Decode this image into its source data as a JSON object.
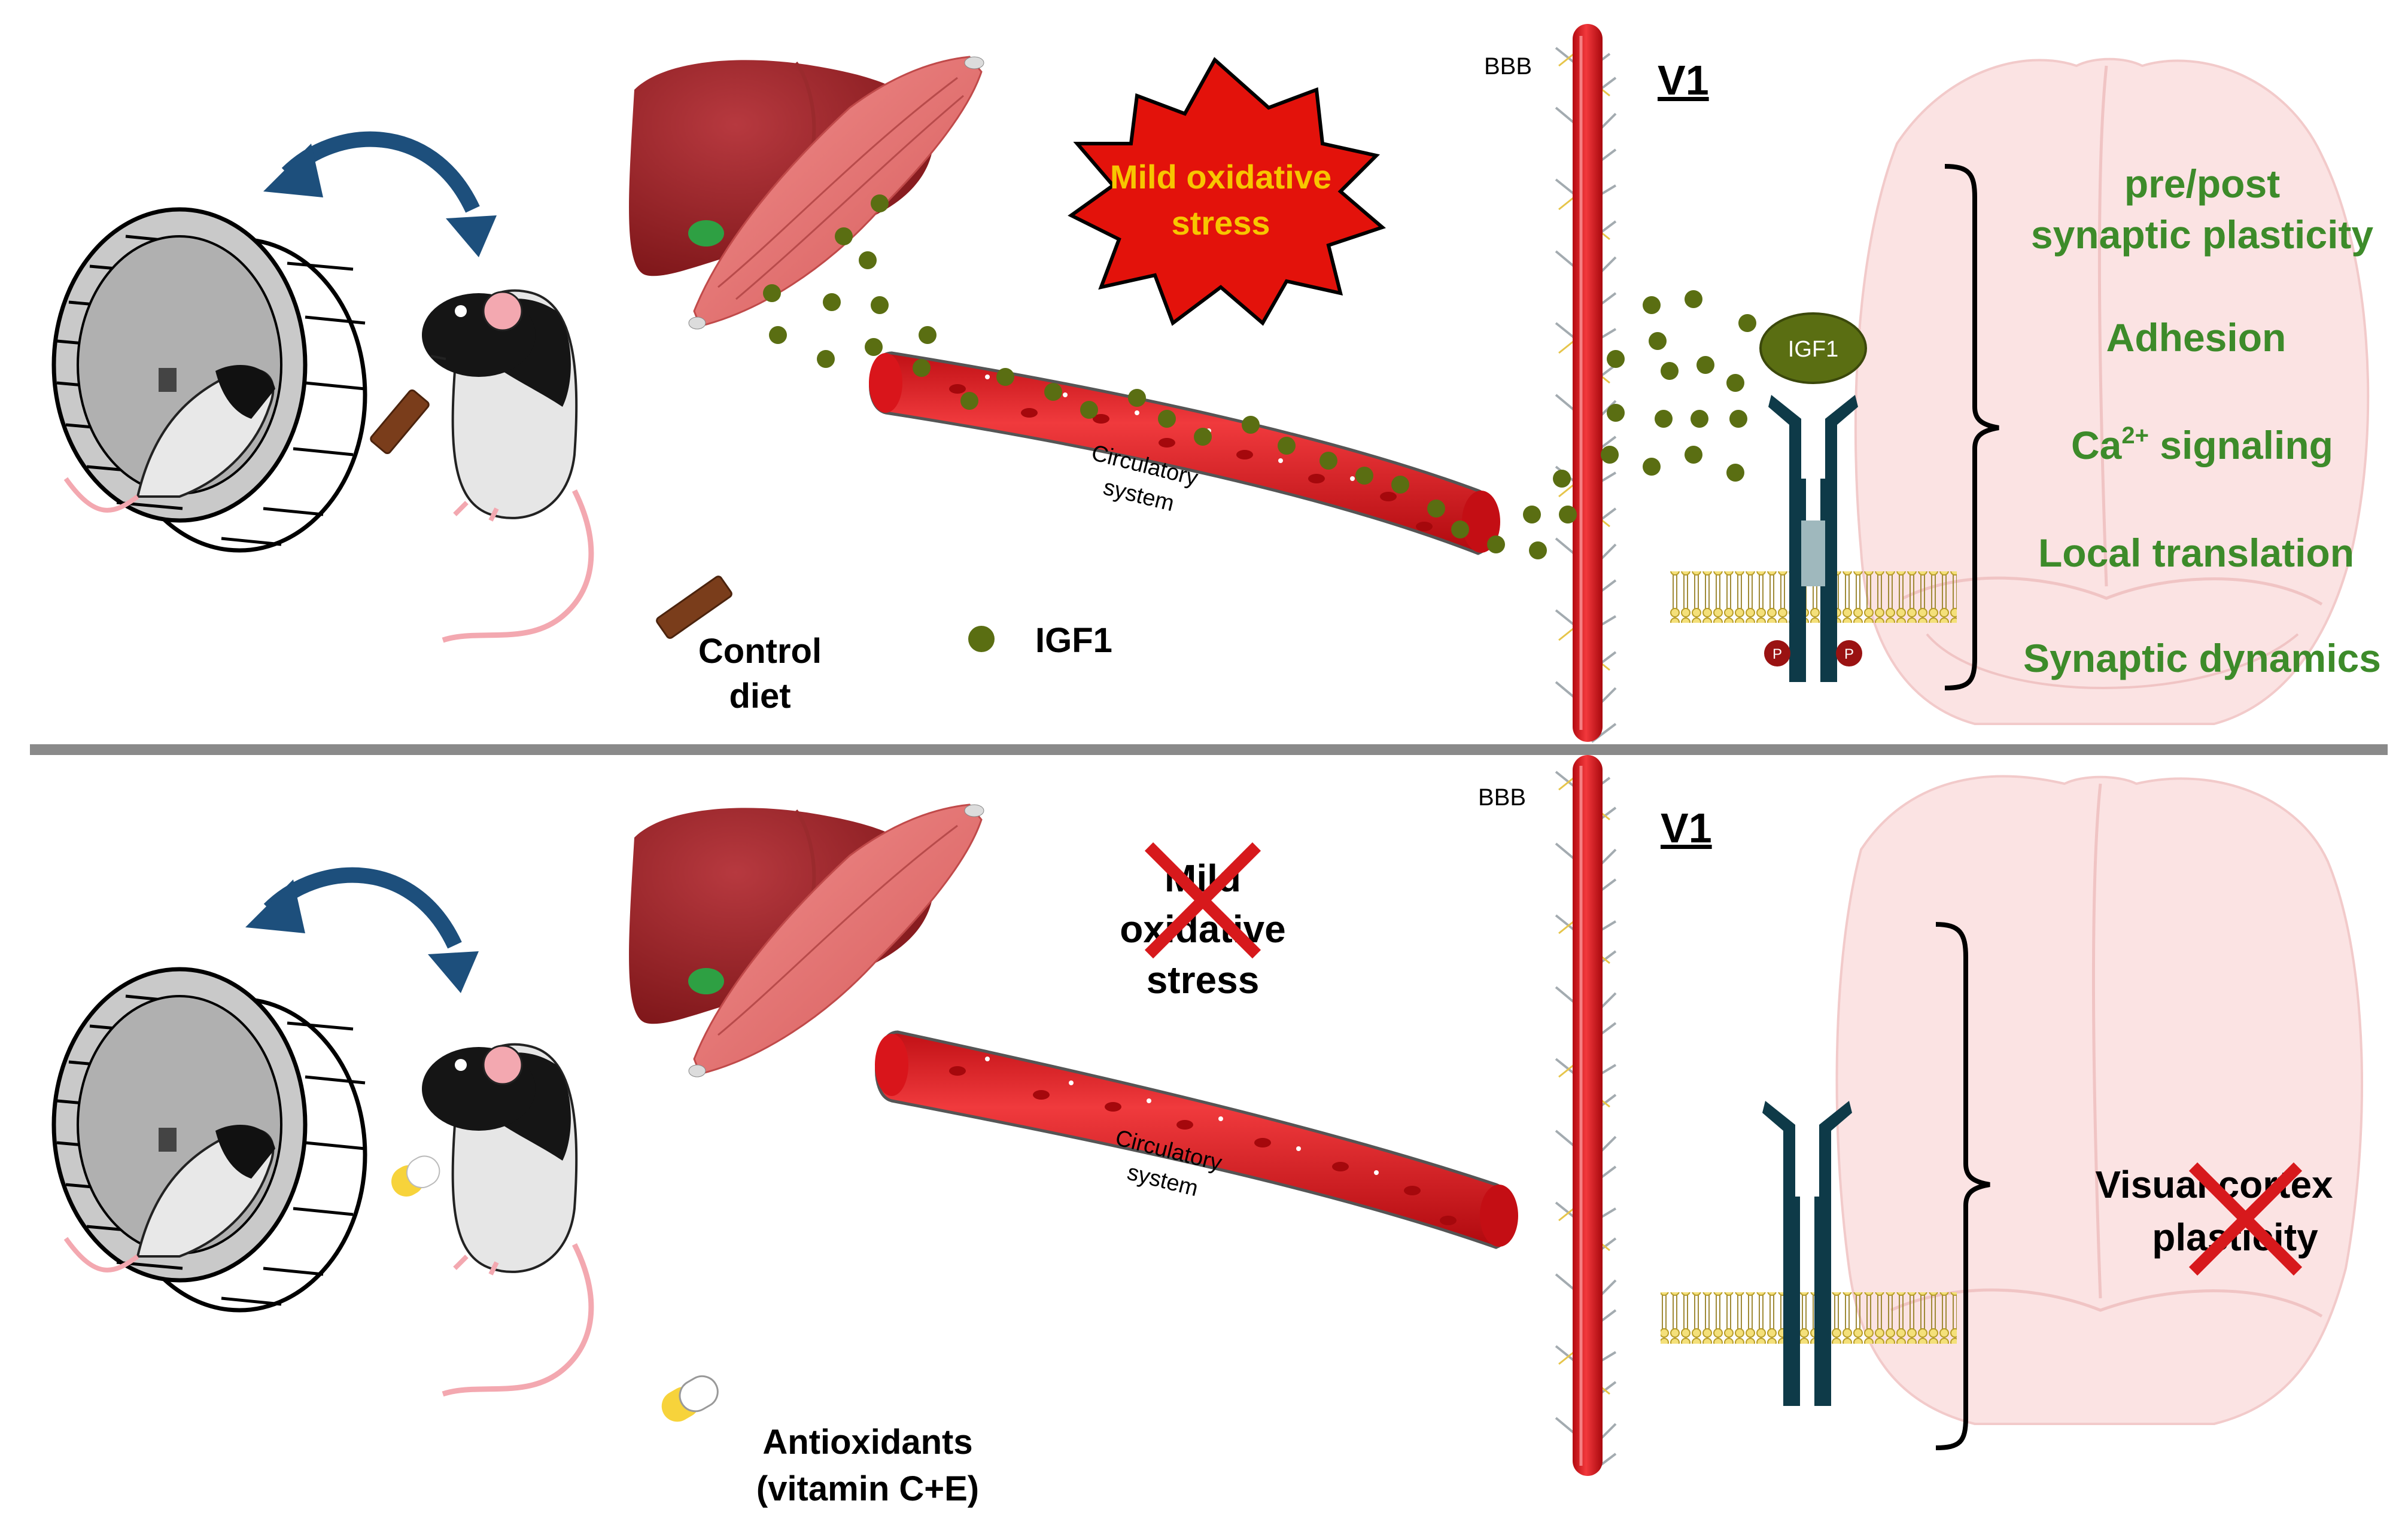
{
  "top_panel": {
    "stress_label_line1": "Mild oxidative",
    "stress_label_line2": "stress",
    "vessel_label_line1": "Circulatory",
    "vessel_label_line2": "system",
    "bbb_label": "BBB",
    "v1_label": "V1",
    "legend_diet_line1": "Control",
    "legend_diet_line2": "diet",
    "legend_igf1": "IGF1",
    "receptor_label": "IGF1",
    "phospho_label": "P",
    "outcomes": [
      "pre/post",
      "synaptic plasticity",
      "Adhesion",
      "Ca",
      "2+",
      " signaling",
      "Local translation",
      "Synaptic dynamics"
    ]
  },
  "bottom_panel": {
    "stress_label_line1": "Mild",
    "stress_label_line2": "oxidative",
    "stress_label_line3": "stress",
    "vessel_label_line1": "Circulatory",
    "vessel_label_line2": "system",
    "bbb_label": "BBB",
    "v1_label": "V1",
    "legend_antiox_line1": "Antioxidants",
    "legend_antiox_line2": "(vitamin C+E)",
    "outcome_line1": "Visual cortex",
    "outcome_line2": "plasticity"
  },
  "colors": {
    "outcome_green": "#3d8b2a",
    "stress_red": "#e3120b",
    "stress_yellow": "#f7c600",
    "vessel_red": "#e8272c",
    "igf1_dot": "#5a6e12",
    "arrow_blue": "#1d4f7c",
    "receptor_teal": "#0e3a48",
    "brain_pink": "#fbe3e3",
    "divider_gray": "#8a8a8a"
  }
}
